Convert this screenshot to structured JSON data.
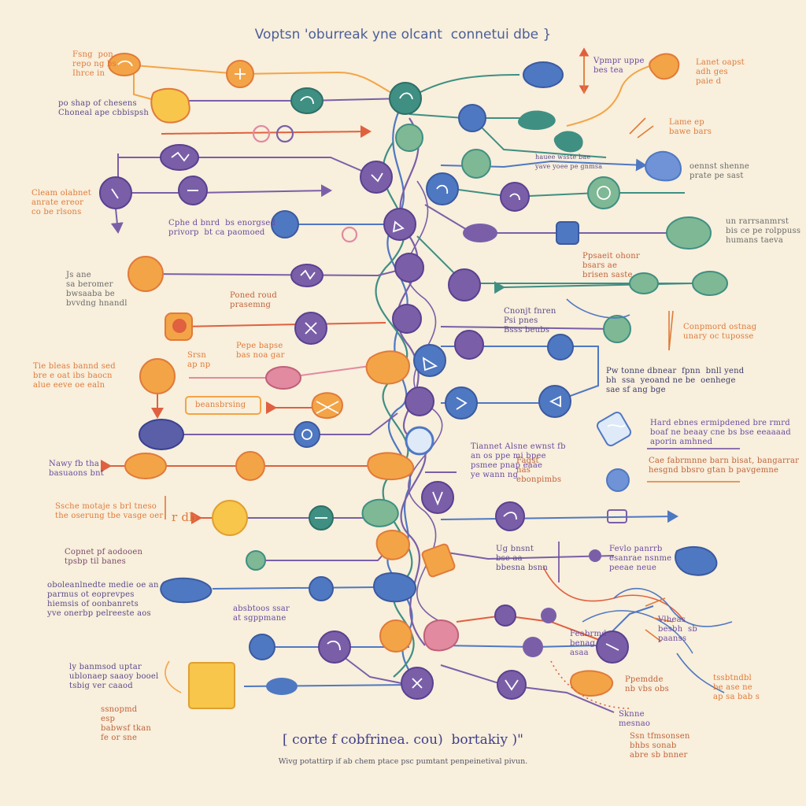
{
  "title": "Voptsn 'oburreak yne olcant  connetui dbe }",
  "subtitle": "[ corte f cobfrinea. cou)  bortakiy )\"",
  "caption": "Wivg potattirp if ab chem ptace psc pumtant penpeinetival pivun.",
  "colors": {
    "background": "#f8efdc",
    "purple": "#7a5fa8",
    "blue": "#4f78c2",
    "teal": "#3f8f83",
    "green": "#7fb894",
    "orange": "#f3a447",
    "yellow": "#f7c64a",
    "red": "#e0603f",
    "pink": "#e18aa0"
  },
  "annotations": [
    {
      "id": "a1",
      "text": "Fsng  pon\nrepo ng bs\nIhrce in",
      "color": "#e07a3a"
    },
    {
      "id": "a2",
      "text": "po shap of chesens\nChoneal ape cbbispsh",
      "color": "#5a4a8a"
    },
    {
      "id": "a3",
      "text": "Cleam olabnet\nanrate ereor\nco be rlsons",
      "color": "#e07a3a"
    },
    {
      "id": "a4",
      "text": "Cphe d bnrd  bs enorgsed\nprivorp  bt ca paomoed",
      "color": "#6a4aa0"
    },
    {
      "id": "a5",
      "text": "Js ane\nsa beromer\nbwsaaba be\nbvvdng hnandl",
      "color": "#6a6a6a"
    },
    {
      "id": "a6",
      "text": "Poned roud\nprasemng",
      "color": "#c0623a"
    },
    {
      "id": "a7",
      "text": "Srsn\nap np",
      "color": "#e07a3a"
    },
    {
      "id": "a8",
      "text": "Pepe bapse\nbas noa gar",
      "color": "#e07a3a"
    },
    {
      "id": "a9",
      "text": "Tie bleas bannd sed\nbre e oat ibs baocn\nalue eeve oe ealn",
      "color": "#e07a3a"
    },
    {
      "id": "a10",
      "text": "beansbrsing",
      "color": "#e07a3a"
    },
    {
      "id": "a11",
      "text": "Nawy fb tha\nbasuaons bnt",
      "color": "#6a4aa0"
    },
    {
      "id": "a12",
      "text": "Ssche motaje s brl tneso\nthe oserung tbe vasge oer",
      "color": "#e07a3a"
    },
    {
      "id": "a13",
      "text": "Copnet pf aodooen\ntpsbp til banes",
      "color": "#7a4a6a"
    },
    {
      "id": "a14",
      "text": "oboleanlnedte medie oe an\nparmus ot eoprevpes\nhiemsis of oonbanrets\nyve onerbp pelreeste aos",
      "color": "#5a4a8a"
    },
    {
      "id": "a15",
      "text": "ly banmsod uptar\nublonaep saaoy booel\ntsbig ver caaod",
      "color": "#5a4a8a"
    },
    {
      "id": "a16",
      "text": "ssnopmd\nesp\nbabwsf tkan\nfe or sne",
      "color": "#c0623a"
    },
    {
      "id": "a17",
      "text": "absbtoos ssar\nat sgppmane",
      "color": "#6a4aa0"
    },
    {
      "id": "a18",
      "text": "Vpmpr uppe\nbes tea",
      "color": "#6a4aa0"
    },
    {
      "id": "a19",
      "text": "Lanet oapst\nadh ges\npaie d",
      "color": "#e07a3a"
    },
    {
      "id": "a20",
      "text": "Lame ep\nbawe bars",
      "color": "#e07a3a"
    },
    {
      "id": "a21",
      "text": "oennst shenne\nprate pe sast",
      "color": "#6a6a6a"
    },
    {
      "id": "a22",
      "text": "hauee wsste bae\nyave yoee pe gnmsa",
      "color": "#5a4a8a"
    },
    {
      "id": "a23",
      "text": "un rarrsanmrst\nbis ce pe rolppuss\nhumans taeva",
      "color": "#6a6a6a"
    },
    {
      "id": "a24",
      "text": "Ppsaeit ohonr\nbsars ae\nbrisen saste",
      "color": "#c0623a"
    },
    {
      "id": "a25",
      "text": "Cnonjt fnren\nPsi pnes\nBsss beubs",
      "color": "#5a4a8a"
    },
    {
      "id": "a26",
      "text": "Conpmord ostnag\nunary oc tuposse",
      "color": "#e07a3a"
    },
    {
      "id": "a27",
      "text": "Pw tonne dbnear  fpnn  bnll yend\nbh  ssa  yeoand ne be  oenhege\nsae sf ang bge",
      "color": "#3a3a6a"
    },
    {
      "id": "a28",
      "text": "Hard ebnes ermipdened bre rmrd\nboaf ne beaay cne bs bse eeaaaad\naporin amhned",
      "color": "#6a4aa0"
    },
    {
      "id": "a29",
      "text": "Cae fabrmnne barn bisat, bangarrar\nhesgnd bbsro gtan b pavgemne",
      "color": "#c0623a"
    },
    {
      "id": "a30",
      "text": "Tiannet Alsne ewnst fb\nan os ppe mi bpee\npsmee pnap eaae\nye wann ng",
      "color": "#6a4aa0"
    },
    {
      "id": "a31",
      "text": "Fagst\nnas\nebonpimbs",
      "color": "#c0623a"
    },
    {
      "id": "a32",
      "text": "Ug bnsnt\nbse aa\nbbesna bsnn",
      "color": "#5a4a8a"
    },
    {
      "id": "a33",
      "text": "Fevlo panrrb\nesanrae nsnme\npeeae neue",
      "color": "#6a4aa0"
    },
    {
      "id": "a34",
      "text": "Vlheas\nbesbh  sb\npaanss",
      "color": "#6a4aa0"
    },
    {
      "id": "a35",
      "text": "Feabrmd\nbenag\nasaa",
      "color": "#6a4aa0"
    },
    {
      "id": "a36",
      "text": "tssbtndbl\nbe ase ne\nap sa bab s",
      "color": "#e07a3a"
    },
    {
      "id": "a37",
      "text": "Ssn tfmsonsen\nbhbs sonab\nabre sb bnner",
      "color": "#c0623a"
    },
    {
      "id": "a38",
      "text": "Sknne\nmesnao",
      "color": "#6a4aa0"
    },
    {
      "id": "a39",
      "text": "Ppemdde\nnb vbs obs",
      "color": "#c0623a"
    },
    {
      "id": "a40",
      "text": "r db",
      "color": "#e07a3a"
    }
  ]
}
